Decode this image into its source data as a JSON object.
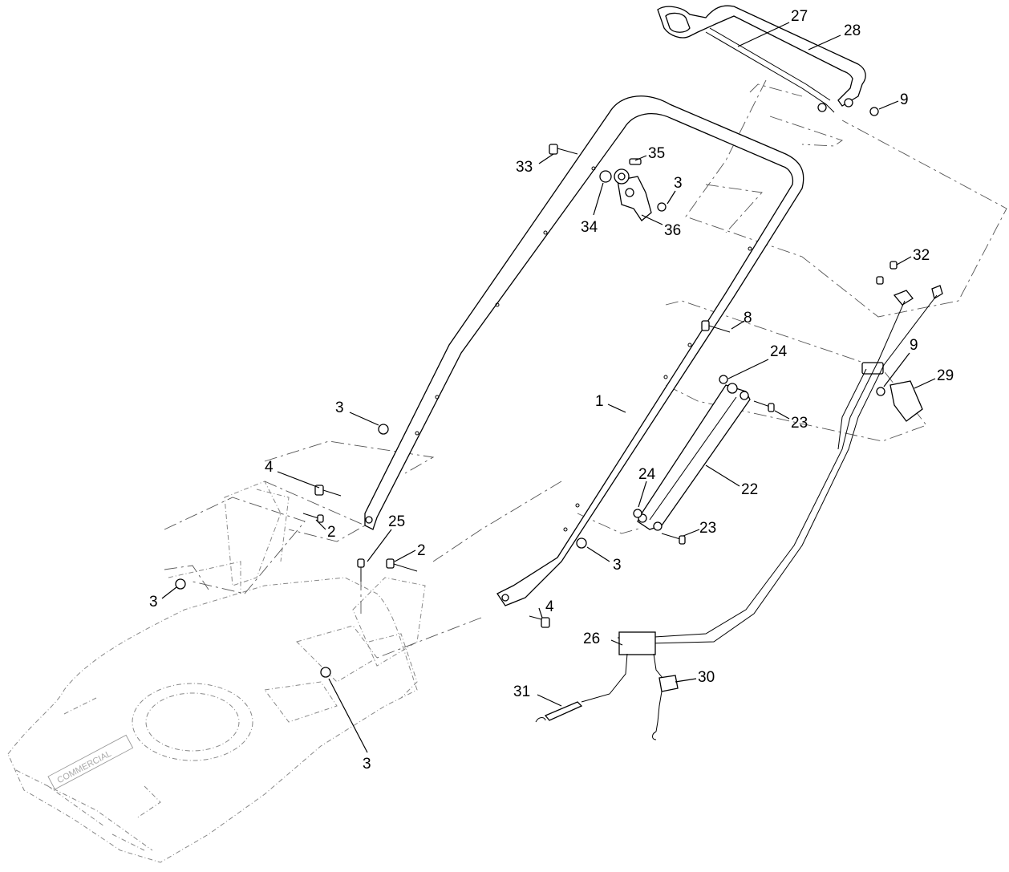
{
  "callouts": [
    {
      "id": "c27",
      "label": "27"
    },
    {
      "id": "c28",
      "label": "28"
    },
    {
      "id": "c9a",
      "label": "9"
    },
    {
      "id": "c33",
      "label": "33"
    },
    {
      "id": "c35",
      "label": "35"
    },
    {
      "id": "c3a",
      "label": "3"
    },
    {
      "id": "c34",
      "label": "34"
    },
    {
      "id": "c36",
      "label": "36"
    },
    {
      "id": "c32",
      "label": "32"
    },
    {
      "id": "c8",
      "label": "8"
    },
    {
      "id": "c24a",
      "label": "24"
    },
    {
      "id": "c9b",
      "label": "9"
    },
    {
      "id": "c29",
      "label": "29"
    },
    {
      "id": "c1",
      "label": "1"
    },
    {
      "id": "c23a",
      "label": "23"
    },
    {
      "id": "c3b",
      "label": "3"
    },
    {
      "id": "c4a",
      "label": "4"
    },
    {
      "id": "c22",
      "label": "22"
    },
    {
      "id": "c24b",
      "label": "24"
    },
    {
      "id": "c2a",
      "label": "2"
    },
    {
      "id": "c25",
      "label": "25"
    },
    {
      "id": "c2b",
      "label": "2"
    },
    {
      "id": "c23b",
      "label": "23"
    },
    {
      "id": "c3c",
      "label": "3"
    },
    {
      "id": "c3d",
      "label": "3"
    },
    {
      "id": "c4b",
      "label": "4"
    },
    {
      "id": "c26",
      "label": "26"
    },
    {
      "id": "c30",
      "label": "30"
    },
    {
      "id": "c31",
      "label": "31"
    },
    {
      "id": "c3e",
      "label": "3"
    }
  ],
  "deck_brand": "COMMERCIAL"
}
